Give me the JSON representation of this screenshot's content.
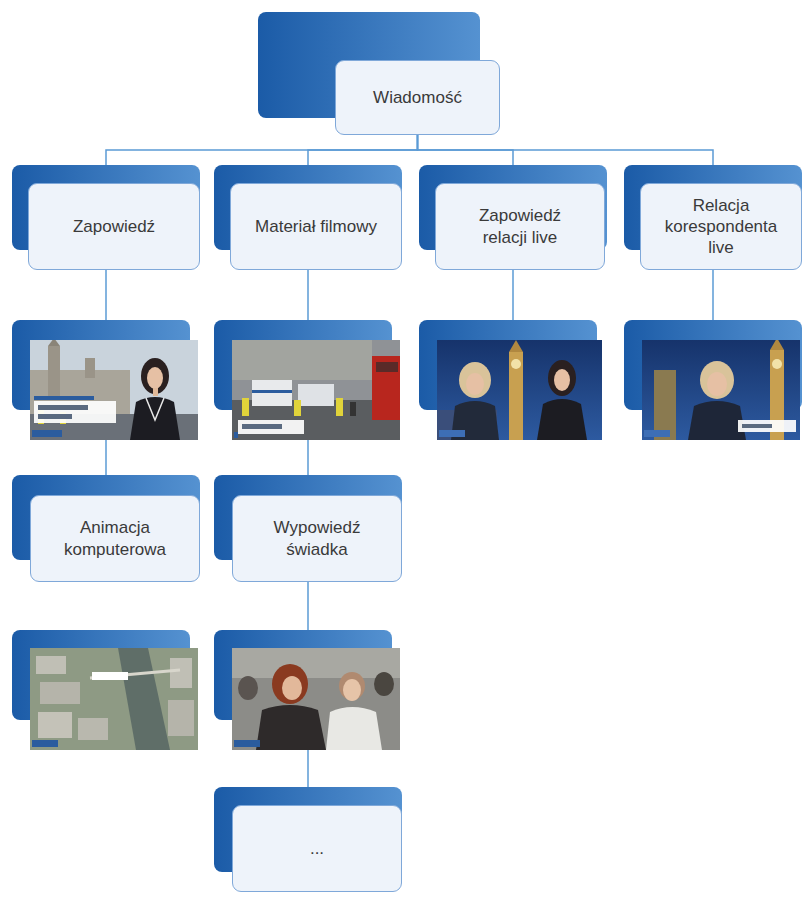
{
  "diagram": {
    "nodes": [
      {
        "text": [
          "Wiadomość"
        ]
      },
      {
        "text": [
          "Zapowiedź"
        ]
      },
      {
        "text": [
          "Materiał filmowy"
        ]
      },
      {
        "text": [
          "Zapowiedź relacji live"
        ]
      },
      {
        "text": [
          "Relacja korespondenta live"
        ]
      },
      {
        "text": [
          "Animacja komputerowa"
        ]
      },
      {
        "text": [
          "Wypowiedź świadka"
        ]
      },
      {
        "text": [
          "..."
        ]
      }
    ],
    "edges": [
      {
        "from": 0,
        "to": 1,
        "arrow": "none"
      },
      {
        "from": 0,
        "to": 2,
        "arrow": "none"
      },
      {
        "from": 0,
        "to": 3,
        "arrow": "none"
      },
      {
        "from": 0,
        "to": 4,
        "arrow": "none"
      },
      {
        "from": 1,
        "to": 5,
        "arrow": "none"
      },
      {
        "from": 2,
        "to": 6,
        "arrow": "none"
      },
      {
        "from": 6,
        "to": 7,
        "arrow": "none"
      }
    ]
  }
}
